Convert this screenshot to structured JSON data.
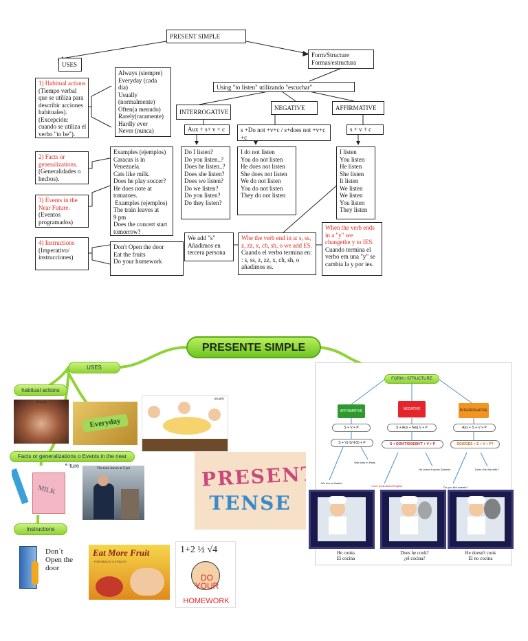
{
  "top_map": {
    "title": "PRESENT SIMPLE",
    "uses": "USES",
    "form": [
      "Form/Structure",
      "Formas/estructura"
    ],
    "using": "Using \"to listen\" utilizando \"escuchar\"",
    "interrogative": "INTERROGATIVE",
    "negative": "NEGATIVE",
    "affirmative": "AFFIRMATIVE",
    "interrog_formula": "Aux + s+ v + c",
    "neg_formula": [
      "s +Do not +v+c / s+does not +v+c",
      "+c"
    ],
    "aff_formula": "s + v + c",
    "habitual_title": "1) Habitual actions",
    "habitual_lines": [
      "(Tiempo verbal",
      "que se utiliza para",
      "describir acciones",
      "habituales).",
      "(Excepción:",
      "cuando se utiliza el",
      "verbo \"to be\")."
    ],
    "adverbs": [
      "Always (siempre)",
      "Everyday (cada",
      "día)",
      "Usually",
      "(normalmente)",
      "Often(a menudo)",
      "Rarely(raramente)",
      "Hardly ever",
      "Never (nunca)"
    ],
    "facts_title": [
      "2) Facts or",
      "generalizations."
    ],
    "facts_lines": [
      "(Generalidades o",
      "hechos)."
    ],
    "examples": [
      "Examples (ejemplos)",
      "Caracas is in",
      "Venezuela.",
      "Cats like milk.",
      "Does he play soccer?",
      "He does note at",
      "tomatoes.",
      " Examples (ejemplos)",
      "The train leaves at",
      "9 pm",
      "Does the concert start",
      "tomorrow?"
    ],
    "events_title": [
      "3) Events in the",
      "Near Future."
    ],
    "events_lines": [
      "(Eventos",
      "programados)"
    ],
    "instr_title": "4) Instructions",
    "instr_lines": [
      "(Imperativo/",
      "instrucciones)"
    ],
    "instr_examples": [
      "Don't Open the door",
      "Eat the fruits",
      "Do your homework"
    ],
    "questions": [
      "Do I listen?",
      "Do you listen..?",
      "Does he listen..?",
      "Does she listen?",
      "Does we listen?",
      "Do we listen?",
      "Do you listen?",
      "Do they listen?"
    ],
    "negatives": [
      "I do not listen",
      "You do not listen",
      "He does not listen",
      "She does not listen",
      "We do not listen",
      "You do not listen",
      "They do not listen"
    ],
    "affirmatives": [
      "I listen",
      "You listen",
      "He listen",
      "",
      "She listen",
      "It listen",
      "We listen",
      "We listen",
      "You listen",
      "They listen"
    ],
    "add_s": [
      "We add \"s\"",
      "Añadimos en",
      "tercera persona"
    ],
    "ends_red": [
      "Whe the verb end in a: s, ss,",
      "z, zz, x, ch, sh, o we add ES."
    ],
    "ends_black": [
      "Cuando el verbo termina en:",
      ": s, ss, z, zz, x, ch, sh, o",
      "añadimos es."
    ],
    "y_red": [
      "When the verb ends",
      "in a \"y\" we",
      "changethe y to IES."
    ],
    "y_black": [
      "Cuando termina el",
      "verbo em una \"y\" se",
      "cambia la y por ies."
    ]
  },
  "bottom_map": {
    "title": "PRESENTE SIMPLE",
    "uses": "USES",
    "habitual": "habitual actions",
    "facts": "Facts or generalizations o Events in the near future",
    "instructions": "Instructions",
    "img_usually": "usually",
    "img_everyday": "Everyday",
    "img_train": "The train leaves at 9 pm",
    "img_milk": "MILK",
    "img_dont_open": [
      "Don´t",
      "Open the",
      "door"
    ],
    "img_eat_fruit": "Eat More Fruit",
    "img_eat_fruit_sub": "FOR HEALTH & VITALITY",
    "img_homework": [
      "DO",
      "YOUR",
      "HOMEWORK"
    ],
    "present_tense": [
      "PRESENT",
      "TENSE"
    ],
    "img_always": "Always",
    "form_panel": {
      "title": "FORM / STRUCTURE",
      "flags": [
        "AFFIRMATIVE",
        "NEGATIVE",
        "INTERROGATIVE"
      ],
      "formulas": [
        "S + V + P",
        "S + Aux + Neg V + P",
        "Aux + S + V + P"
      ],
      "formulas2": [
        "S + V(-S/-ES) + P",
        "S + DON'T/DOESN'T + V + P",
        "DO/DOES + S + V + P?"
      ],
      "examples": [
        "We live in Madrid",
        "She lives in Paris",
        "I don't understand English",
        "He doesn't speak Spanish",
        "Do you like sweets?",
        "Does she like milk?"
      ],
      "captions": [
        [
          "He cooks",
          "El cocina"
        ],
        [
          "Does he cook?",
          "¿el cocina?"
        ],
        [
          "He doesn't cook",
          "El no cocina"
        ]
      ]
    },
    "colors": {
      "green": "#6fc521",
      "flag_green": "#2e9a2e",
      "flag_red": "#e3262c",
      "flag_orange": "#f39322",
      "frame": "#1a1a4a"
    }
  }
}
